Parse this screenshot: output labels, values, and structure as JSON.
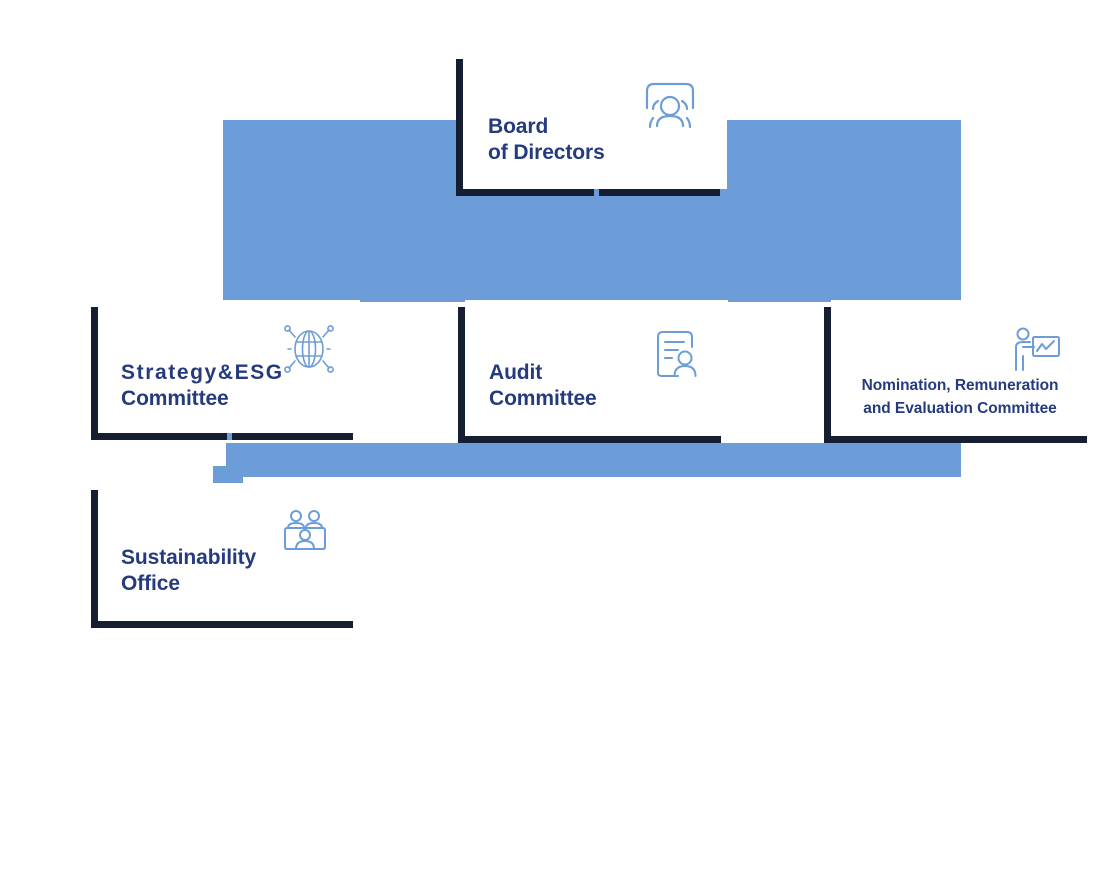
{
  "diagram": {
    "title": "Governance structure organizational chart",
    "colors": {
      "connector_blue": "#6D9DD8",
      "frame_navy": "#161F32",
      "text_navy": "#253B7E",
      "card_background": "#FFFFFF"
    },
    "nodes": [
      {
        "id": "board",
        "label": "Board\nof Directors",
        "icon": "group-people-icon",
        "level": 1
      },
      {
        "id": "strategy",
        "label_line1": "Strategy&ESG",
        "label_line2": "Committee",
        "icon": "globe-network-icon",
        "level": 2
      },
      {
        "id": "audit",
        "label": "Audit\nCommittee",
        "icon": "document-person-icon",
        "level": 2
      },
      {
        "id": "nomination",
        "label": "Nomination, Remuneration\nand Evaluation Committee",
        "icon": "presenter-chart-icon",
        "level": 2
      },
      {
        "id": "sustainability",
        "label": "Sustainability\nOffice",
        "icon": "team-desk-icon",
        "level": 3
      }
    ]
  }
}
